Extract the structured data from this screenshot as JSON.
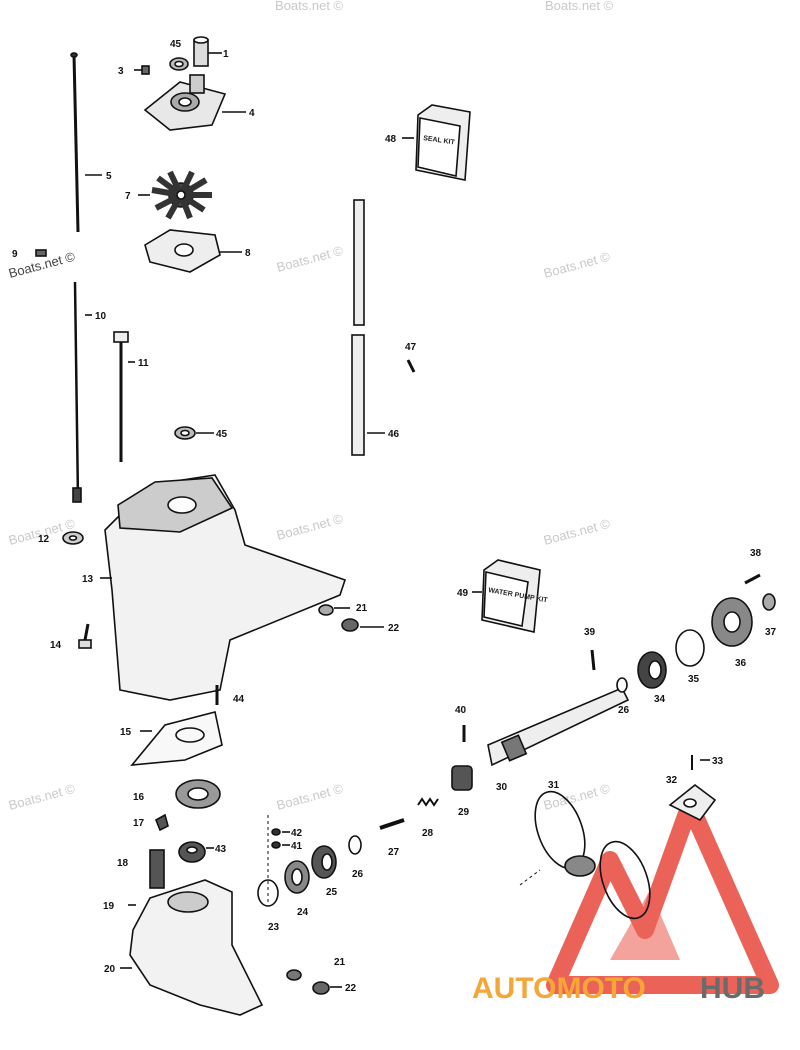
{
  "watermark": "Boats.net ©",
  "logo": {
    "part1": "AUTOMOTO",
    "part2": "HUB",
    "color1": "#f4a637",
    "color2": "#6b6b6b",
    "triangle_color": "#e8483c"
  },
  "kits": {
    "seal_kit": "SEAL KIT",
    "water_pump_kit": "WATER PUMP KIT"
  },
  "parts": {
    "p1": "1",
    "p3": "3",
    "p4": "4",
    "p5": "5",
    "p7": "7",
    "p8": "8",
    "p9": "9",
    "p10": "10",
    "p11": "11",
    "p12": "12",
    "p13": "13",
    "p14": "14",
    "p15": "15",
    "p16": "16",
    "p17": "17",
    "p18": "18",
    "p19": "19",
    "p20": "20",
    "p21a": "21",
    "p21b": "21",
    "p22a": "22",
    "p22b": "22",
    "p23": "23",
    "p24": "24",
    "p25": "25",
    "p26a": "26",
    "p26b": "26",
    "p27": "27",
    "p28": "28",
    "p29": "29",
    "p30": "30",
    "p31": "31",
    "p32": "32",
    "p33": "33",
    "p34": "34",
    "p35": "35",
    "p36": "36",
    "p37": "37",
    "p38": "38",
    "p39": "39",
    "p40": "40",
    "p41": "41",
    "p42": "42",
    "p43": "43",
    "p44": "44",
    "p45a": "45",
    "p45b": "45",
    "p46": "46",
    "p47": "47",
    "p48": "48",
    "p49": "49"
  }
}
